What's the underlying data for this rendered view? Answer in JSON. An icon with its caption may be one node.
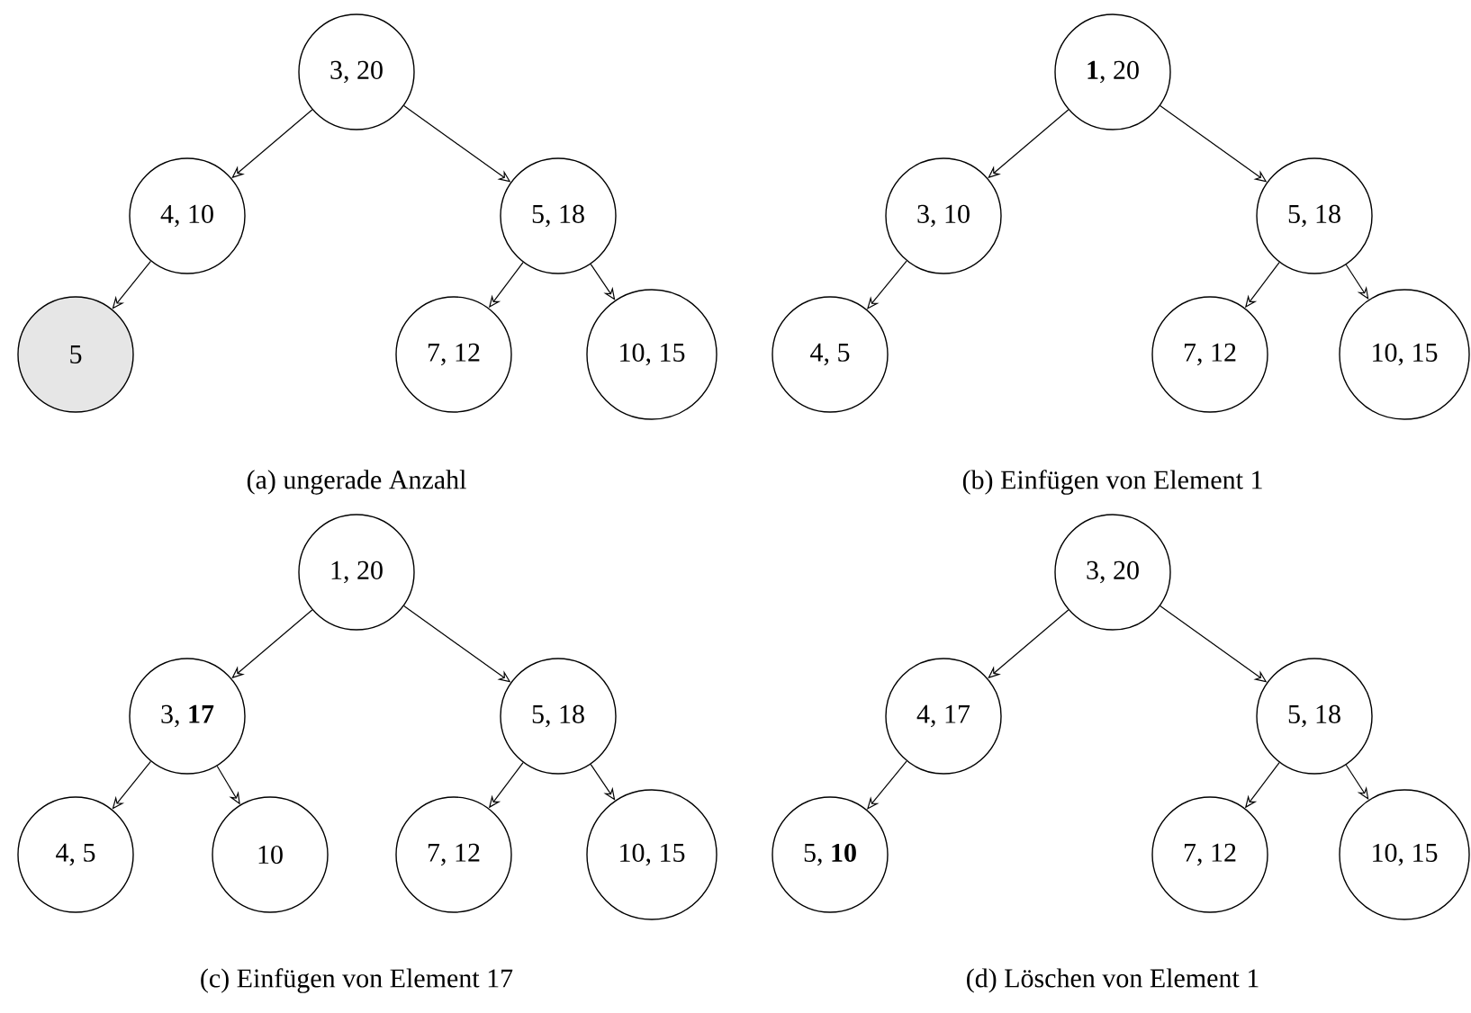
{
  "diagram": {
    "nodes": [
      {
        "text": [
          "3, 20"
        ]
      },
      {
        "text": [
          "4, 10"
        ]
      },
      {
        "text": [
          "5, 18"
        ]
      },
      {
        "text": [
          "5"
        ]
      },
      {
        "text": [
          "7, 12"
        ]
      },
      {
        "text": [
          "10, 15"
        ]
      },
      {
        "text": [
          "**1**, 20"
        ]
      },
      {
        "text": [
          "3, 10"
        ]
      },
      {
        "text": [
          "5, 18"
        ]
      },
      {
        "text": [
          "4, 5"
        ]
      },
      {
        "text": [
          "7, 12"
        ]
      },
      {
        "text": [
          "10, 15"
        ]
      },
      {
        "text": [
          "1, 20"
        ]
      },
      {
        "text": [
          "3, **17**"
        ]
      },
      {
        "text": [
          "5, 18"
        ]
      },
      {
        "text": [
          "4, 5"
        ]
      },
      {
        "text": [
          "10"
        ]
      },
      {
        "text": [
          "7, 12"
        ]
      },
      {
        "text": [
          "10, 15"
        ]
      },
      {
        "text": [
          "3, 20"
        ]
      },
      {
        "text": [
          "4, 17"
        ]
      },
      {
        "text": [
          "5, 18"
        ]
      },
      {
        "text": [
          "5, **10**"
        ]
      },
      {
        "text": [
          "7, 12"
        ]
      },
      {
        "text": [
          "10, 15"
        ]
      }
    ],
    "edges": [
      {
        "from": 0,
        "to": 1,
        "arrow": "to"
      },
      {
        "from": 0,
        "to": 2,
        "arrow": "to"
      },
      {
        "from": 1,
        "to": 3,
        "arrow": "to"
      },
      {
        "from": 2,
        "to": 4,
        "arrow": "to"
      },
      {
        "from": 2,
        "to": 5,
        "arrow": "to"
      },
      {
        "from": 6,
        "to": 7,
        "arrow": "to"
      },
      {
        "from": 6,
        "to": 8,
        "arrow": "to"
      },
      {
        "from": 7,
        "to": 9,
        "arrow": "to"
      },
      {
        "from": 8,
        "to": 10,
        "arrow": "to"
      },
      {
        "from": 8,
        "to": 11,
        "arrow": "to"
      },
      {
        "from": 12,
        "to": 13,
        "arrow": "to"
      },
      {
        "from": 12,
        "to": 14,
        "arrow": "to"
      },
      {
        "from": 13,
        "to": 15,
        "arrow": "to"
      },
      {
        "from": 13,
        "to": 16,
        "arrow": "to"
      },
      {
        "from": 14,
        "to": 17,
        "arrow": "to"
      },
      {
        "from": 14,
        "to": 18,
        "arrow": "to"
      },
      {
        "from": 19,
        "to": 20,
        "arrow": "to"
      },
      {
        "from": 19,
        "to": 21,
        "arrow": "to"
      },
      {
        "from": 20,
        "to": 22,
        "arrow": "to"
      },
      {
        "from": 21,
        "to": 23,
        "arrow": "to"
      },
      {
        "from": 21,
        "to": 24,
        "arrow": "to"
      }
    ],
    "labels": [
      "(a) ungerade Anzahl",
      "(b) Einfügen von Element 1",
      "(c) Einfügen von Element 17",
      "(d) Löschen von Element 1"
    ]
  }
}
